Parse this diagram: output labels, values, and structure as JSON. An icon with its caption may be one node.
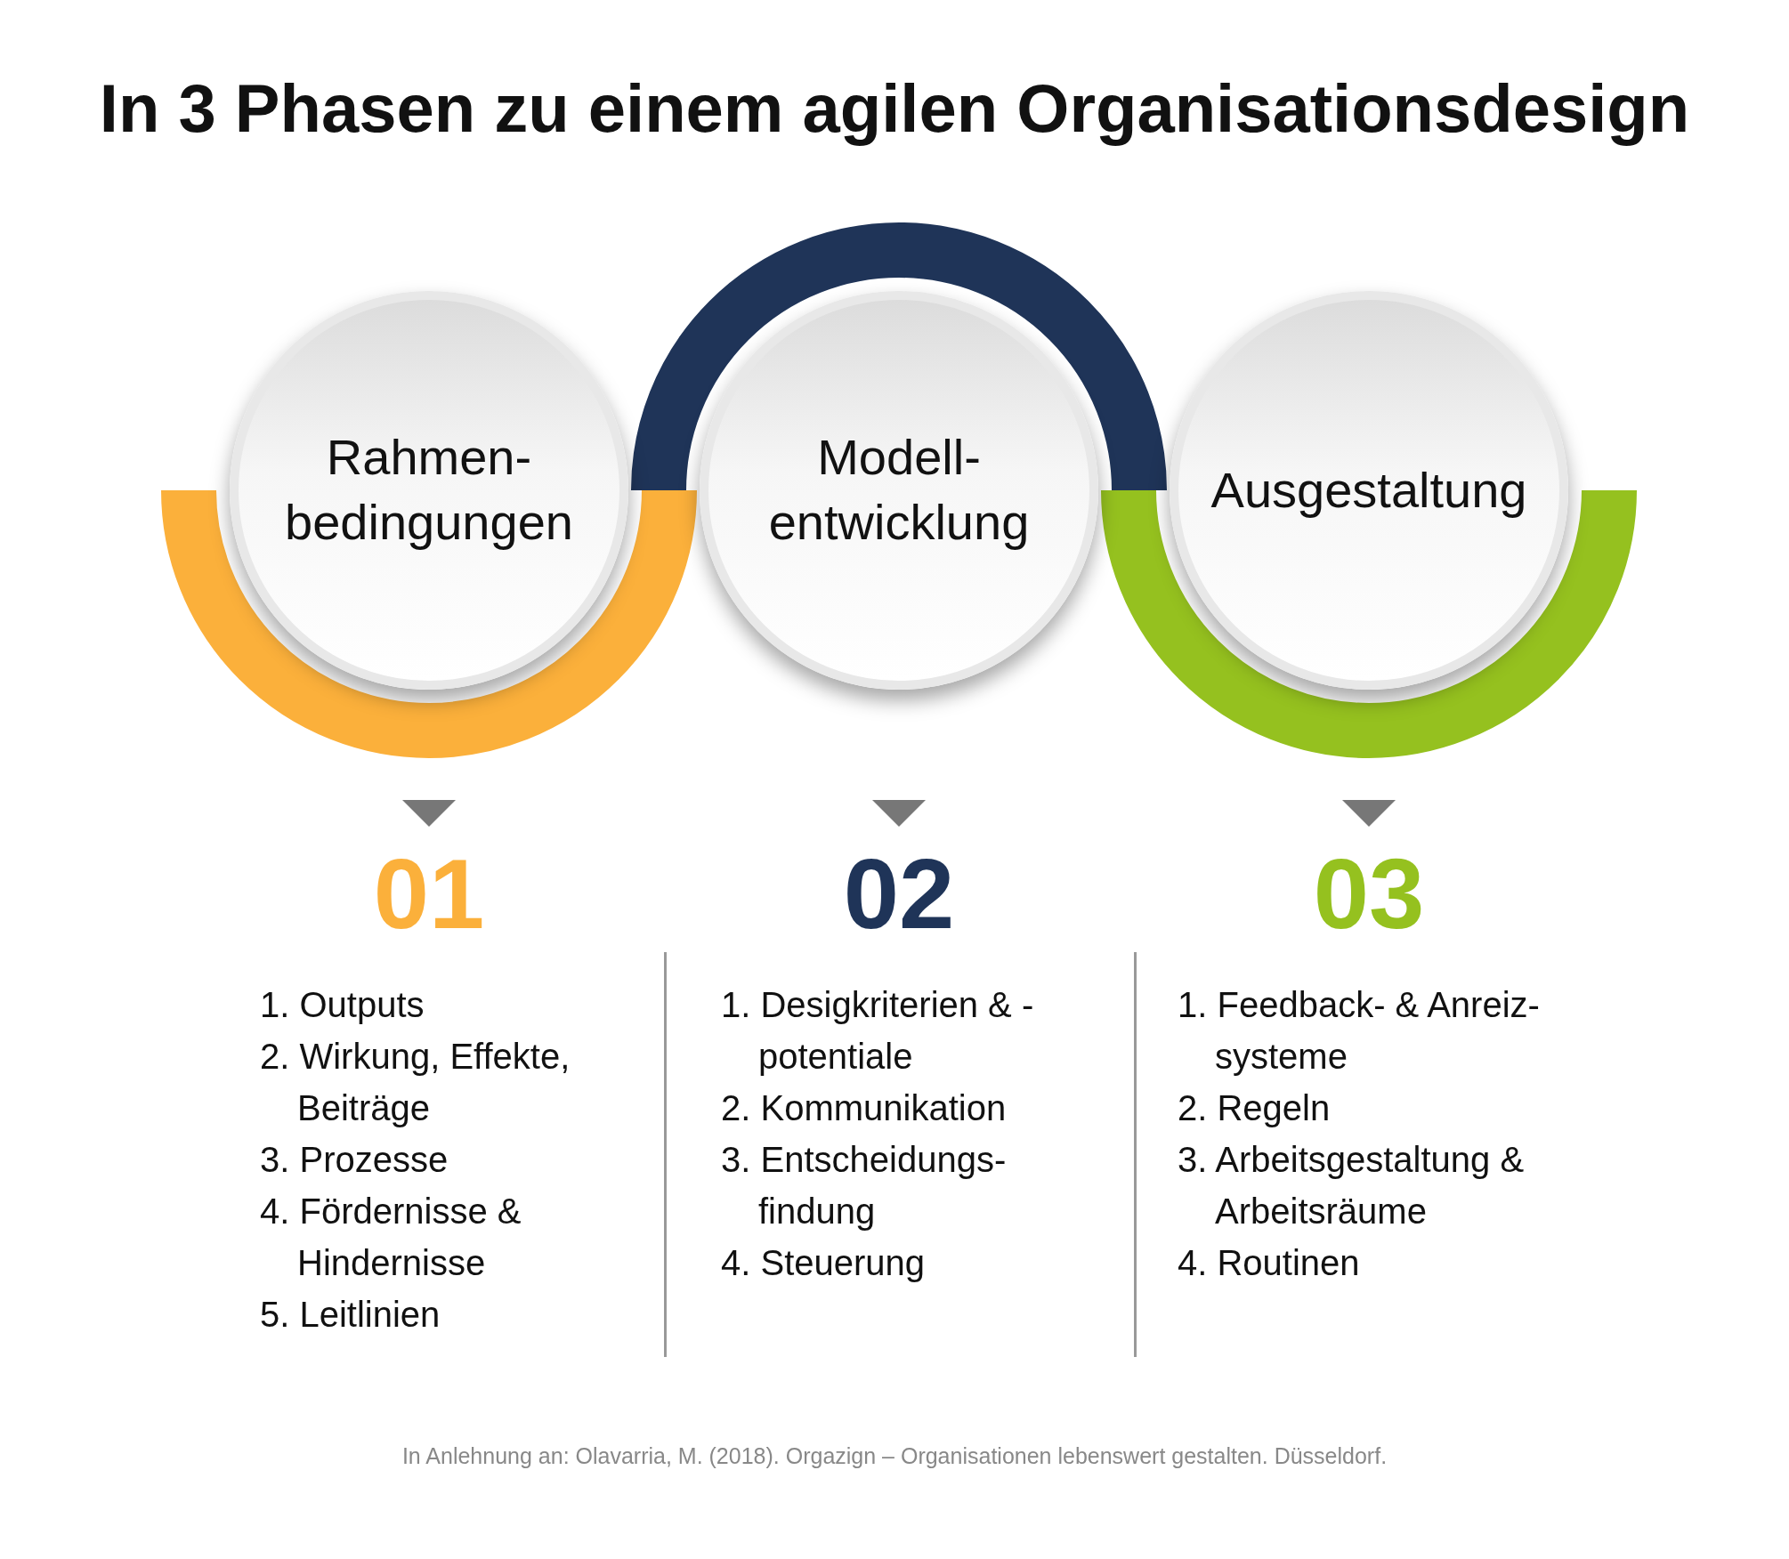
{
  "diagram": {
    "title": "In 3 Phasen zu einem agilen Organisationsdesign",
    "nodes": [
      {
        "text": [
          "Rahmen- bedingungen"
        ],
        "beside": [
          "01",
          "1. Outputs",
          "2. Wirkung, Effekte, Beiträge",
          "3. Prozesse",
          "4. Fördernisse & Hindernisse",
          "5. Leitlinien"
        ]
      },
      {
        "text": [
          "Modell- entwicklung"
        ],
        "beside": [
          "02",
          "1. Desigkriterien & -potentiale",
          "2. Kommunikation",
          "3. Entscheidungs- findung",
          "4. Steuerung"
        ]
      },
      {
        "text": [
          "Ausgestaltung"
        ],
        "beside": [
          "03",
          "1. Feedback- & Anreiz- systeme",
          "2. Regeln",
          "3. Arbeitsgestaltung & Arbeitsräume",
          "4. Routinen"
        ]
      }
    ],
    "caption": "In Anlehnung an: Olavarria, M. (2018). Orgazign – Organisationen lebenswert gestalten. Düsseldorf."
  }
}
